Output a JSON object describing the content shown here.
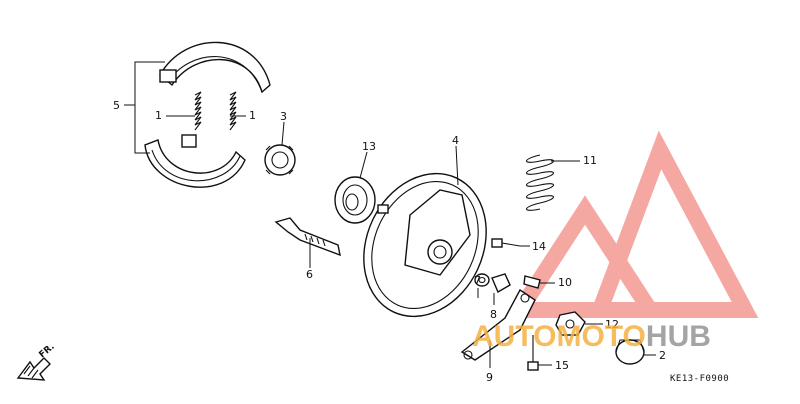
{
  "diagram": {
    "code": "KE13-F0900",
    "direction_label": "FR.",
    "callouts": [
      "1",
      "1",
      "2",
      "3",
      "4",
      "5",
      "6",
      "7",
      "8",
      "9",
      "10",
      "11",
      "12",
      "13",
      "14",
      "15"
    ]
  },
  "watermark": {
    "part1": "AUTOMOTO",
    "part2": "HUB",
    "color_orange": "#F5B041",
    "color_gray": "#9A9A9A",
    "color_red": "#F28B82"
  }
}
